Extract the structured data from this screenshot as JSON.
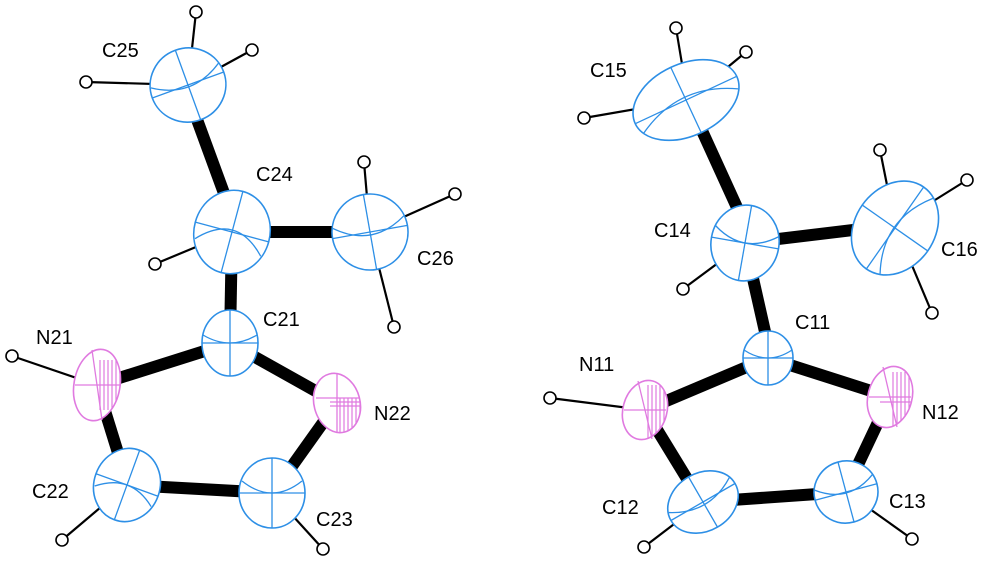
{
  "colors": {
    "carbon": "#2d8fe6",
    "nitrogen": "#e07ae0",
    "bond": "#000000",
    "hydrogen": "#ffffff"
  },
  "molecule_1": {
    "atoms": {
      "C25": "C25",
      "C24": "C24",
      "C26": "C26",
      "C21": "C21",
      "N21": "N21",
      "N22": "N22",
      "C22": "C22",
      "C23": "C23"
    }
  },
  "molecule_2": {
    "atoms": {
      "C15": "C15",
      "C14": "C14",
      "C16": "C16",
      "C11": "C11",
      "N11": "N11",
      "N12": "N12",
      "C12": "C12",
      "C13": "C13"
    }
  }
}
